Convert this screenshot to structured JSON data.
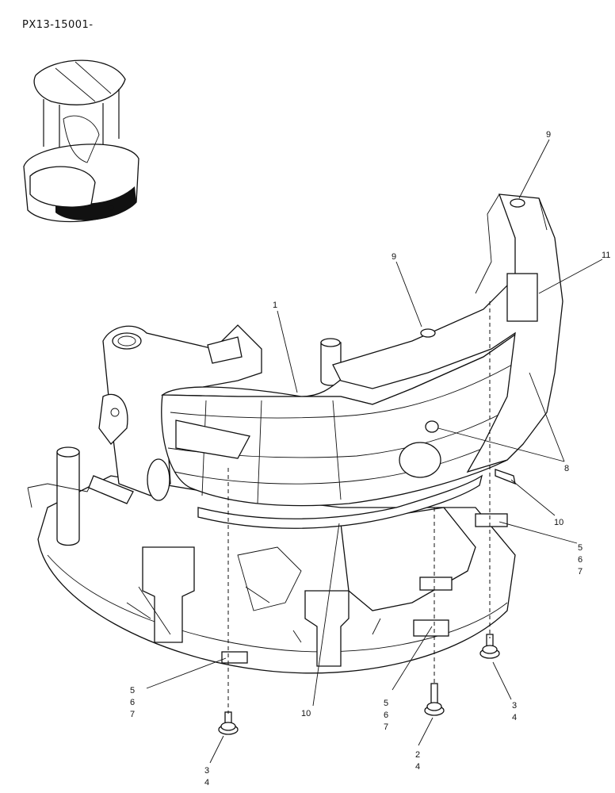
{
  "page_code": "PX13-15001-",
  "callouts": [
    {
      "id": "c1",
      "lines": [
        "1"
      ]
    },
    {
      "id": "c9a",
      "lines": [
        "9"
      ]
    },
    {
      "id": "c9b",
      "lines": [
        "9"
      ]
    },
    {
      "id": "c11",
      "lines": [
        "11"
      ]
    },
    {
      "id": "c8",
      "lines": [
        "8"
      ]
    },
    {
      "id": "c10a",
      "lines": [
        "10"
      ]
    },
    {
      "id": "c10b",
      "lines": [
        "10"
      ]
    },
    {
      "id": "c567a",
      "lines": [
        "5",
        "6",
        "7"
      ]
    },
    {
      "id": "c567b",
      "lines": [
        "5",
        "6",
        "7"
      ]
    },
    {
      "id": "c567c",
      "lines": [
        "5",
        "6",
        "7"
      ]
    },
    {
      "id": "c34a",
      "lines": [
        "3",
        "4"
      ]
    },
    {
      "id": "c34b",
      "lines": [
        "3",
        "4"
      ]
    },
    {
      "id": "c24",
      "lines": [
        "2",
        "4"
      ]
    }
  ]
}
